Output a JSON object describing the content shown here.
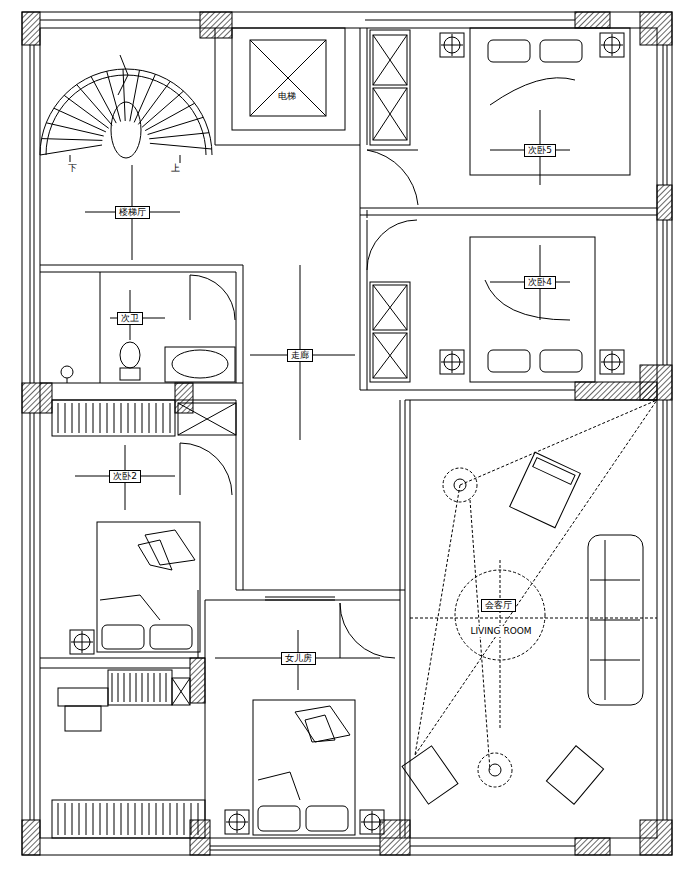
{
  "diagram": {
    "labels": [
      "下",
      "上",
      "楼梯厅",
      "电梯",
      "次卧5",
      "次卧4",
      "次卫",
      "走廊",
      "次卧2",
      "女儿房",
      "会客厅",
      "LIVING ROOM"
    ]
  }
}
